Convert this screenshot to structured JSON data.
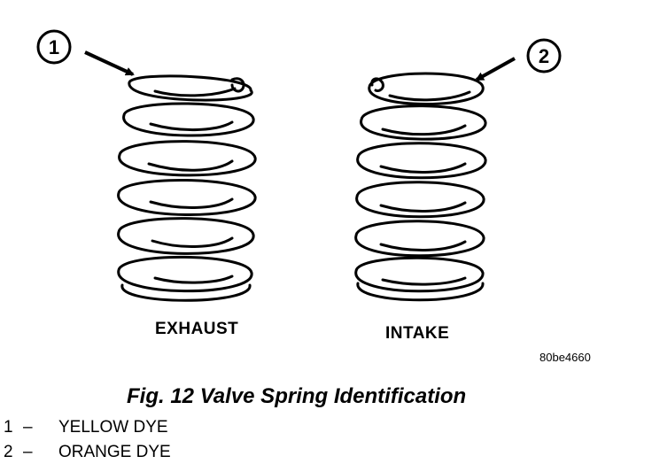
{
  "figure": {
    "springs": [
      {
        "callout": "1",
        "label": "EXHAUST"
      },
      {
        "callout": "2",
        "label": "INTAKE"
      }
    ],
    "code": "80be4660",
    "caption": "Fig. 12 Valve Spring Identification"
  },
  "legend": [
    {
      "number": "1",
      "separator": "–",
      "text": "YELLOW DYE"
    },
    {
      "number": "2",
      "separator": "–",
      "text": "ORANGE DYE"
    }
  ]
}
